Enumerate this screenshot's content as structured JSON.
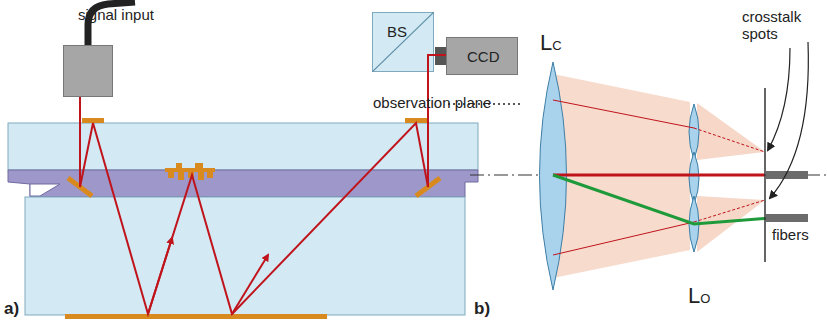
{
  "diagram": {
    "nodes": [
      {
        "text": [
          "signal input"
        ]
      },
      {
        "text": [
          "BS"
        ]
      },
      {
        "text": [
          "CCD"
        ]
      }
    ],
    "edges": [
      {
        "from": 1,
        "to": 2,
        "arrow": "none"
      }
    ],
    "labels": [
      "observation plane",
      "a)",
      "LC",
      "crosstalk spots",
      "fibers",
      "LO",
      "b)"
    ]
  }
}
